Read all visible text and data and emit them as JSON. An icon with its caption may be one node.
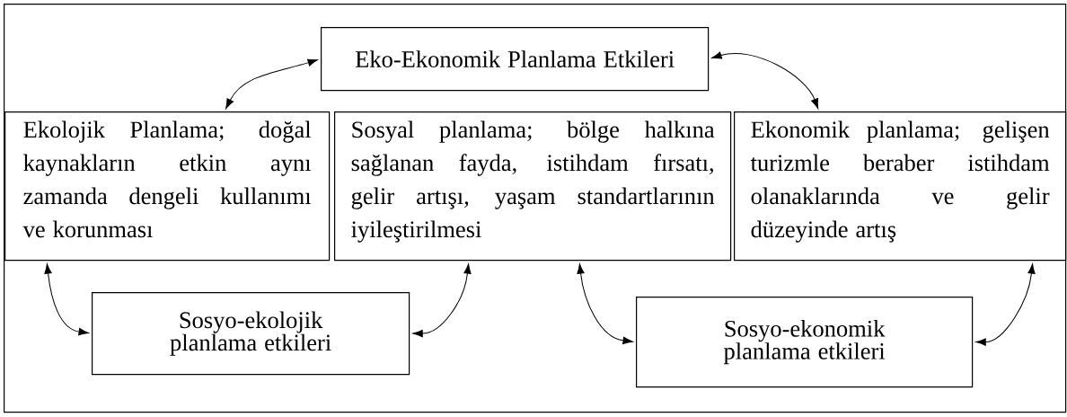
{
  "diagram": {
    "nodes": [
      {
        "text": [],
        "shape": "box"
      },
      {
        "text": [
          "Eko-Ekonomik Planlama Etkileri"
        ],
        "in": 0
      },
      {
        "text": [
          "Ekolojik Planlama; doğal kaynakların etkin aynı zamanda dengeli kullanımı ve korunması"
        ],
        "in": 0
      },
      {
        "text": [
          "Sosyal planlama; bölge halkına sağlanan fayda, istihdam fırsatı, gelir artışı, yaşam standartlarının iyileştirilmesi"
        ],
        "in": 0
      },
      {
        "text": [
          "Ekonomik planlama; gelişen turizmle beraber istihdam olanaklarında ve gelir düzeyinde artış"
        ],
        "in": 0
      },
      {
        "text": [
          "Sosyo-ekolojik planlama etkileri"
        ],
        "in": 0
      },
      {
        "text": [
          "Sosyo-ekonomik planlama etkileri"
        ],
        "in": 0
      }
    ],
    "edges": [
      {
        "from": 2,
        "to": 1,
        "arrow": "both"
      },
      {
        "from": 1,
        "to": 4,
        "arrow": "both"
      },
      {
        "from": 2,
        "to": 5,
        "arrow": "both"
      },
      {
        "from": 5,
        "to": 3,
        "arrow": "both"
      },
      {
        "from": 3,
        "to": 6,
        "arrow": "both"
      },
      {
        "from": 6,
        "to": 4,
        "arrow": "both"
      }
    ]
  }
}
